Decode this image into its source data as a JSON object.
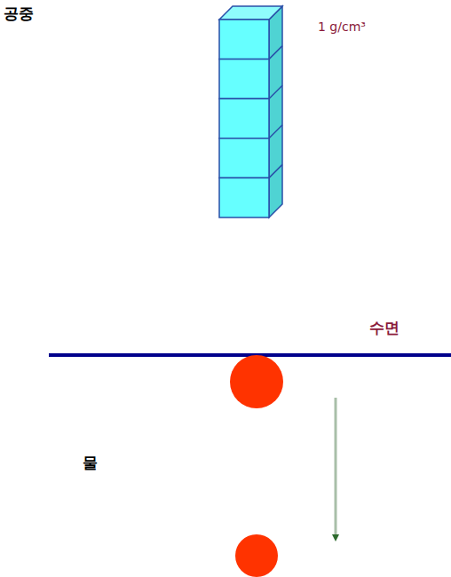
{
  "diagram": {
    "labels": [
      "공중",
      "1 g/cm³",
      "수면",
      "물"
    ]
  }
}
